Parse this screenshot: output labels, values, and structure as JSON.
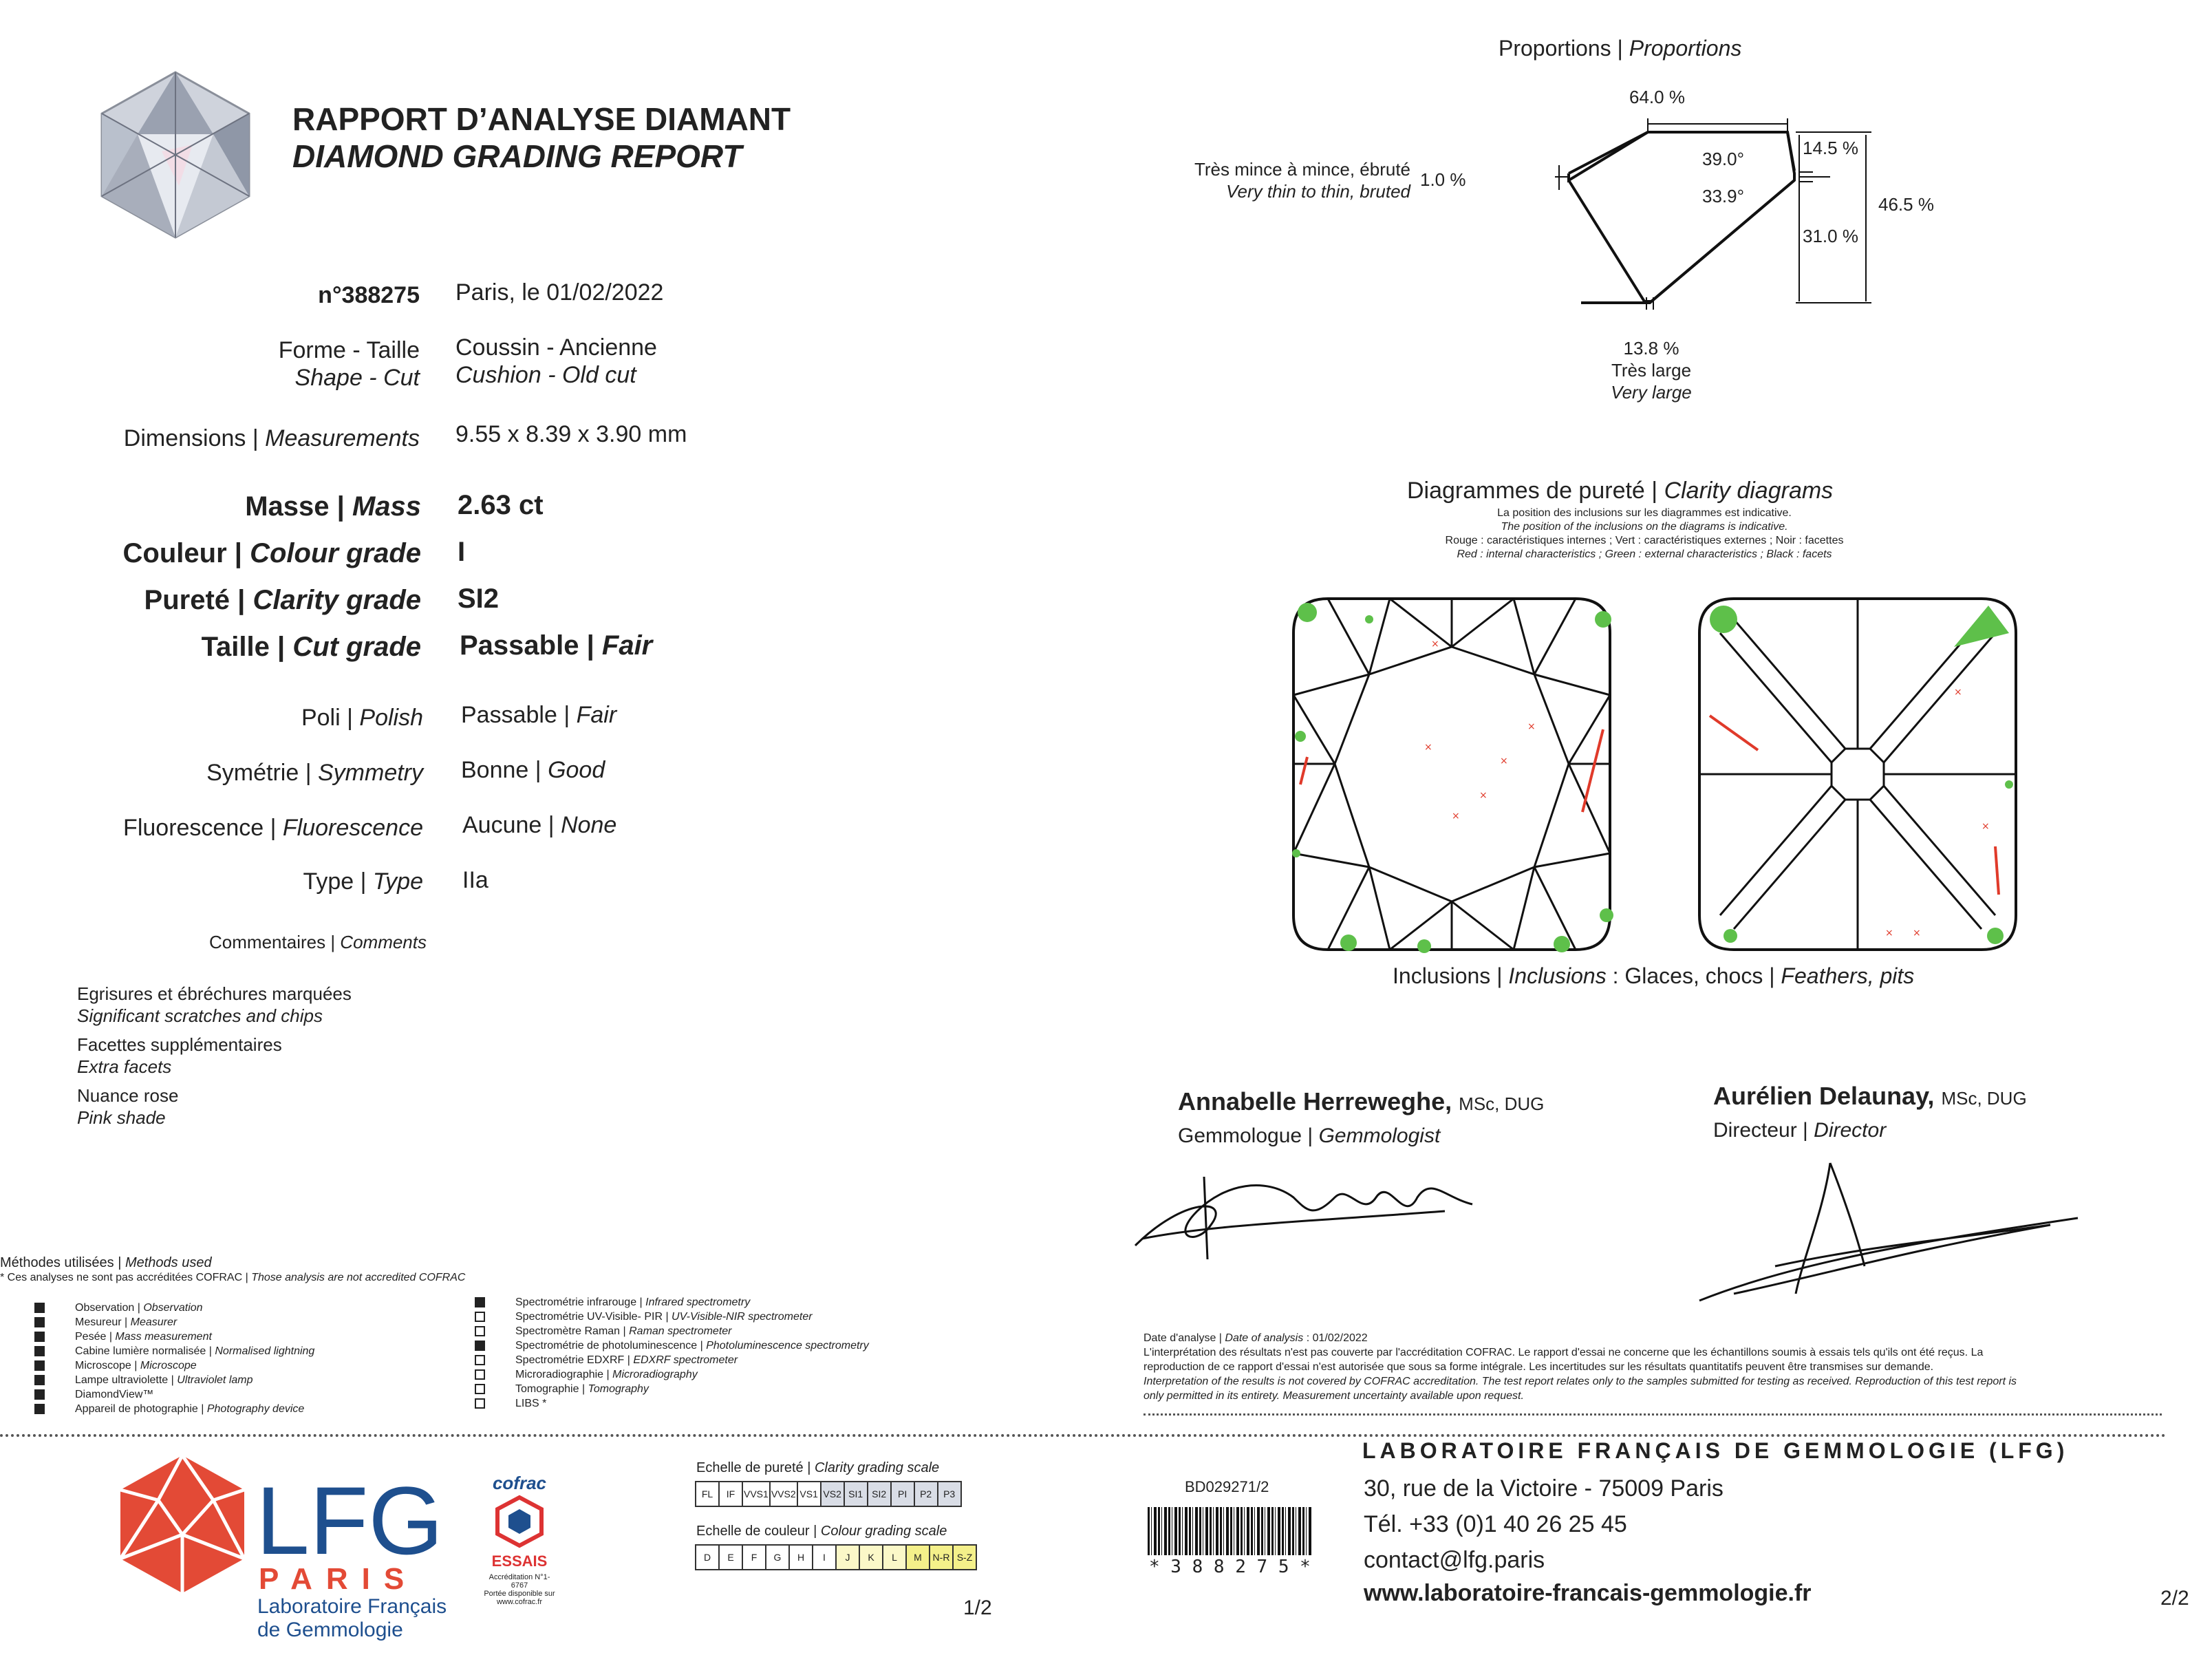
{
  "header": {
    "title_fr": "RAPPORT D’ANALYSE DIAMANT",
    "title_en": "DIAMOND GRADING REPORT"
  },
  "report": {
    "number": "n°388275",
    "place_date": "Paris, le 01/02/2022",
    "rows": [
      {
        "label_fr": "Forme - Taille",
        "label_en": "Shape - Cut",
        "value_fr": "Coussin - Ancienne",
        "value_en": "Cushion - Old cut"
      },
      {
        "label_fr": "Dimensions",
        "label_en": "Measurements",
        "value_fr": "9.55 x 8.39 x 3.90 mm",
        "value_en": ""
      }
    ],
    "bold_rows": [
      {
        "label_fr": "Masse",
        "label_en": "Mass",
        "value_fr": "2.63 ct",
        "value_en": ""
      },
      {
        "label_fr": "Couleur",
        "label_en": "Colour grade",
        "value_fr": "I",
        "value_en": ""
      },
      {
        "label_fr": "Pureté",
        "label_en": "Clarity grade",
        "value_fr": "SI2",
        "value_en": ""
      },
      {
        "label_fr": "Taille",
        "label_en": "Cut grade",
        "value_fr": "Passable",
        "value_en": "Fair"
      }
    ],
    "sub_rows": [
      {
        "label_fr": "Poli",
        "label_en": "Polish",
        "value_fr": "Passable",
        "value_en": "Fair"
      },
      {
        "label_fr": "Symétrie",
        "label_en": "Symmetry",
        "value_fr": "Bonne",
        "value_en": "Good"
      },
      {
        "label_fr": "Fluorescence",
        "label_en": "Fluorescence",
        "value_fr": "Aucune",
        "value_en": "None"
      },
      {
        "label_fr": "Type",
        "label_en": "Type",
        "value_fr": "IIa",
        "value_en": ""
      }
    ],
    "comments_label_fr": "Commentaires",
    "comments_label_en": "Comments",
    "comments": [
      {
        "fr": "Egrisures et ébréchures marquées",
        "en": "Significant scratches and chips"
      },
      {
        "fr": "Facettes supplémentaires",
        "en": "Extra facets"
      },
      {
        "fr": "Nuance rose",
        "en": "Pink shade"
      }
    ]
  },
  "proportions": {
    "title_fr": "Proportions",
    "title_en": "Proportions",
    "table": "64.0 %",
    "crown_height": "14.5 %",
    "total_depth": "46.5 %",
    "pavilion_depth": "31.0 %",
    "crown_angle": "39.0°",
    "pavilion_angle": "33.9°",
    "girdle": "1.0 %",
    "girdle_desc_fr": "Très mince à mince, ébruté",
    "girdle_desc_en": "Very thin to thin, bruted",
    "culet": "13.8 %",
    "culet_desc_fr": "Très large",
    "culet_desc_en": "Very large"
  },
  "clarity": {
    "title_fr": "Diagrammes de pureté",
    "title_en": "Clarity diagrams",
    "note1_fr": "La position des inclusions sur les diagrammes est indicative.",
    "note1_en": "The position of the inclusions on the diagrams is indicative.",
    "note2_fr": "Rouge : caractéristiques internes ; Vert : caractéristiques externes ; Noir : facettes",
    "note2_en": "Red : internal characteristics ; Green : external characteristics ; Black : facets",
    "inclusions_fr": "Inclusions",
    "inclusions_en": "Inclusions",
    "inclusions_value_fr": " : Glaces, chocs",
    "inclusions_value_en": "Feathers, pits",
    "colors": {
      "internal": "#e03a2a",
      "external": "#5ec04a",
      "facets": "#111111"
    }
  },
  "signatures": [
    {
      "name": "Annabelle Herreweghe,",
      "degree": "MSc, DUG",
      "role_fr": "Gemmologue",
      "role_en": "Gemmologist"
    },
    {
      "name": "Aurélien Delaunay,",
      "degree": "MSc, DUG",
      "role_fr": "Directeur",
      "role_en": "Director"
    }
  ],
  "methods": {
    "title_fr": "Méthodes utilisées",
    "title_en": "Methods used",
    "note_fr": "* Ces analyses ne sont pas accréditées COFRAC",
    "note_en": "Those analysis are not accredited COFRAC",
    "left": [
      {
        "fr": "Observation",
        "en": "Observation",
        "checked": true
      },
      {
        "fr": "Mesureur",
        "en": "Measurer",
        "checked": true
      },
      {
        "fr": "Pesée",
        "en": "Mass measurement",
        "checked": true
      },
      {
        "fr": "Cabine lumière normalisée",
        "en": "Normalised lightning",
        "checked": true
      },
      {
        "fr": "Microscope",
        "en": "Microscope",
        "checked": true
      },
      {
        "fr": "Lampe ultraviolette",
        "en": "Ultraviolet lamp",
        "checked": true
      },
      {
        "fr": "DiamondView™",
        "en": "",
        "checked": true
      },
      {
        "fr": "Appareil de photographie",
        "en": "Photography device",
        "checked": true
      }
    ],
    "right": [
      {
        "fr": "Spectrométrie infrarouge",
        "en": "Infrared spectrometry",
        "checked": true
      },
      {
        "fr": "Spectrométrie UV-Visible- PIR",
        "en": "UV-Visible-NIR spectrometer",
        "checked": false
      },
      {
        "fr": "Spectromètre Raman",
        "en": "Raman spectrometer",
        "checked": false
      },
      {
        "fr": "Spectrométrie de photoluminescence",
        "en": "Photoluminescence spectrometry",
        "checked": true
      },
      {
        "fr": "Spectrométrie EDXRF",
        "en": "EDXRF spectrometer",
        "checked": false
      },
      {
        "fr": "Microradiographie",
        "en": "Microradiography",
        "checked": false
      },
      {
        "fr": "Tomographie",
        "en": "Tomography",
        "checked": false
      },
      {
        "fr": "LIBS *",
        "en": "",
        "checked": false
      }
    ]
  },
  "legal": {
    "date_label_fr": "Date d'analyse",
    "date_label_en": "Date of analysis",
    "date_value": ": 01/02/2022",
    "line1": "L'interprétation des résultats n'est pas couverte par l'accréditation COFRAC. Le rapport d'essai ne concerne que les échantillons soumis à essais tels qu'ils ont été reçus. La",
    "line2": "reproduction de ce rapport d'essai n'est autorisée que sous sa forme intégrale. Les incertitudes sur les résultats quantitatifs peuvent être transmises sur demande.",
    "line3": "Interpretation of the results is not covered by COFRAC accreditation. The test report relates only to the samples submitted for testing as received. Reproduction of this test report is",
    "line4": "only permitted in its entirety. Measurement uncertainty available upon request."
  },
  "footer": {
    "logo_text": "LFG",
    "logo_city": "PARIS",
    "logo_sub1": "Laboratoire Français",
    "logo_sub2": "de Gemmologie",
    "cofrac_top": "cofrac",
    "cofrac_essais": "ESSAIS",
    "cofrac_acc": "Accréditation N°1-6767",
    "cofrac_portee": "Portée disponible sur",
    "cofrac_url": "www.cofrac.fr",
    "clarity_scale_fr": "Echelle de pureté",
    "clarity_scale_en": "Clarity grading scale",
    "clarity_grades": [
      "FL",
      "IF",
      "VVS1",
      "VVS2",
      "VS1",
      "VS2",
      "SI1",
      "SI2",
      "PI",
      "P2",
      "P3"
    ],
    "colour_scale_fr": "Echelle de couleur",
    "colour_scale_en": "Colour grading scale",
    "colour_grades": [
      "D",
      "E",
      "F",
      "G",
      "H",
      "I",
      "J",
      "K",
      "L",
      "M",
      "N-R",
      "S-Z"
    ],
    "page1": "1/2",
    "barcode_ref": "BD029271/2",
    "barcode_text": "* 3 8 8 2 7 5 *",
    "lab_name": "LABORATOIRE FRANÇAIS DE GEMMOLOGIE (LFG)",
    "address": "30, rue de la Victoire - 75009 Paris",
    "phone": "Tél. +33 (0)1 40 26 25 45",
    "email": "contact@lfg.paris",
    "website": "www.laboratoire-francais-gemmologie.fr",
    "page2": "2/2"
  }
}
